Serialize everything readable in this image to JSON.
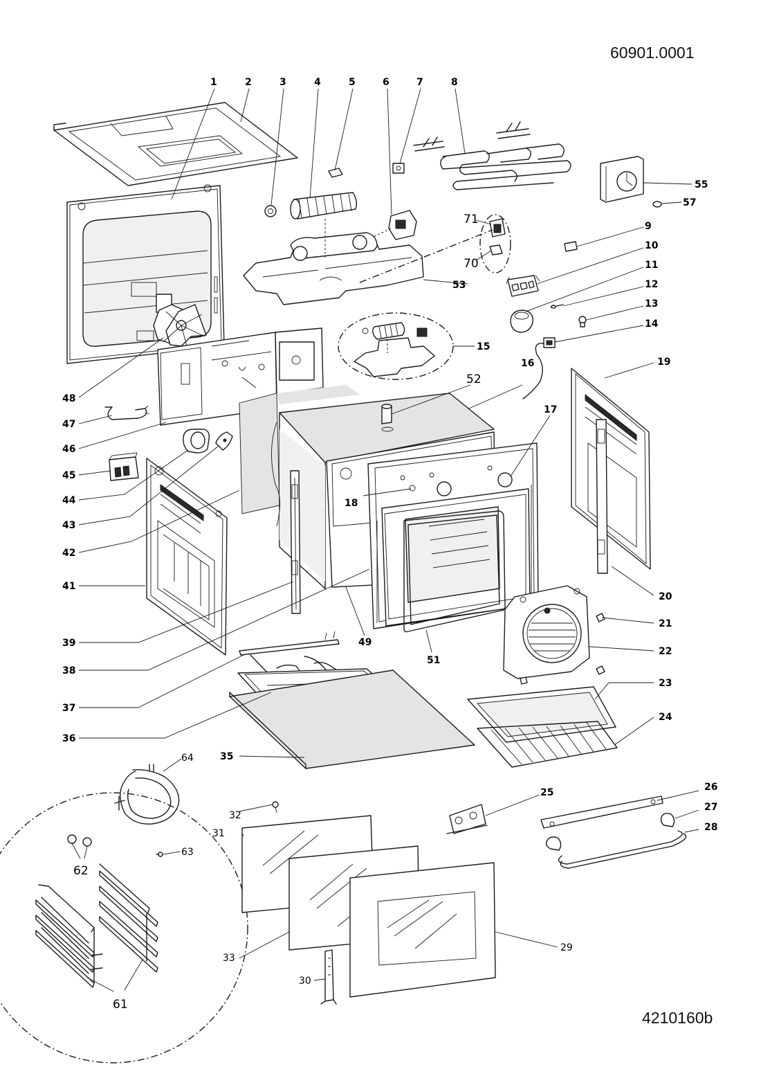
{
  "header": {
    "drawing_number": "60901.0001"
  },
  "footer": {
    "revision_code": "4210160b"
  },
  "callouts": {
    "c1": "1",
    "c2": "2",
    "c3": "3",
    "c4": "4",
    "c5": "5",
    "c6": "6",
    "c7": "7",
    "c8": "8",
    "c9": "9",
    "c10": "10",
    "c11": "11",
    "c12": "12",
    "c13": "13",
    "c14": "14",
    "c15": "15",
    "c16": "16",
    "c17": "17",
    "c18": "18",
    "c19": "19",
    "c20": "20",
    "c21": "21",
    "c22": "22",
    "c23": "23",
    "c24": "24",
    "c25": "25",
    "c26": "26",
    "c27": "27",
    "c28": "28",
    "c29": "29",
    "c30": "30",
    "c31": "31",
    "c32": "32",
    "c33": "33",
    "c35": "35",
    "c36": "36",
    "c37": "37",
    "c38": "38",
    "c39": "39",
    "c41": "41",
    "c42": "42",
    "c43": "43",
    "c44": "44",
    "c45": "45",
    "c46": "46",
    "c47": "47",
    "c48": "48",
    "c49": "49",
    "c51": "51",
    "c52": "52",
    "c53": "53",
    "c55": "55",
    "c57": "57",
    "c61": "61",
    "c62": "62",
    "c63": "63",
    "c64": "64",
    "c70": "70",
    "c71": "71"
  }
}
